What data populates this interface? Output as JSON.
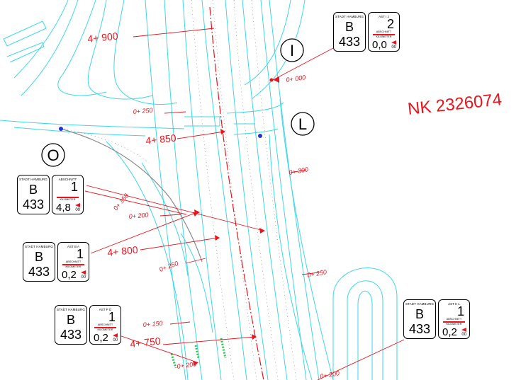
{
  "plan": {
    "title": "NK 2326074",
    "colors": {
      "annotation": "#e8141e",
      "lines": "#3fd7e6",
      "marker": "#1f35d6",
      "ink": "#000000"
    }
  },
  "stations": [
    {
      "label": "4+ 900"
    },
    {
      "label": "4+ 850"
    },
    {
      "label": "4+ 800"
    },
    {
      "label": "4+ 750"
    }
  ],
  "sub_stations": [
    {
      "label": "0+ 000"
    },
    {
      "label": "0+ 250"
    },
    {
      "label": "0+ 300"
    },
    {
      "label": "0+ 350"
    },
    {
      "label": "0+ 200"
    },
    {
      "label": "0+ 250"
    },
    {
      "label": "0+ 250"
    },
    {
      "label": "0+ 150"
    },
    {
      "label": "0+ 200"
    },
    {
      "label": "0+ 200"
    }
  ],
  "branches": [
    {
      "letter": "I"
    },
    {
      "letter": "L"
    },
    {
      "letter": "O"
    }
  ],
  "signs": [
    {
      "city": "STADT HAMBURG",
      "road_letter": "B",
      "road_number": "433",
      "branch": "AST   I J",
      "section": "2",
      "section_label": "ABSCHNITT",
      "km_label": "KILOMETER",
      "km": "0,0",
      "km_sub": "00"
    },
    {
      "city": "STADT HAMBURG",
      "road_letter": "B",
      "road_number": "433",
      "branch": "ABSCHNITT",
      "section": "1",
      "section_label": "",
      "km_label": "KILOMETER",
      "km": "4,8",
      "km_sub": "00"
    },
    {
      "city": "STADT HAMBURG",
      "road_letter": "B",
      "road_number": "433",
      "branch": "AST   B A",
      "section": "1",
      "section_label": "ABSCHNITT",
      "km_label": "KILOMETER",
      "km": "0,2",
      "km_sub": "00"
    },
    {
      "city": "STADT HAMBURG",
      "road_letter": "B",
      "road_number": "433",
      "branch": "AST   P O",
      "section": "1",
      "section_label": "ABSCHNITT",
      "km_label": "KILOMETER",
      "km": "0,2",
      "km_sub": "00"
    },
    {
      "city": "STADT HAMBURG",
      "road_letter": "B",
      "road_number": "433",
      "branch": "AST   K L",
      "section": "1",
      "section_label": "ABSCHNITT",
      "km_label": "KILOMETER",
      "km": "0,2",
      "km_sub": "00"
    }
  ]
}
